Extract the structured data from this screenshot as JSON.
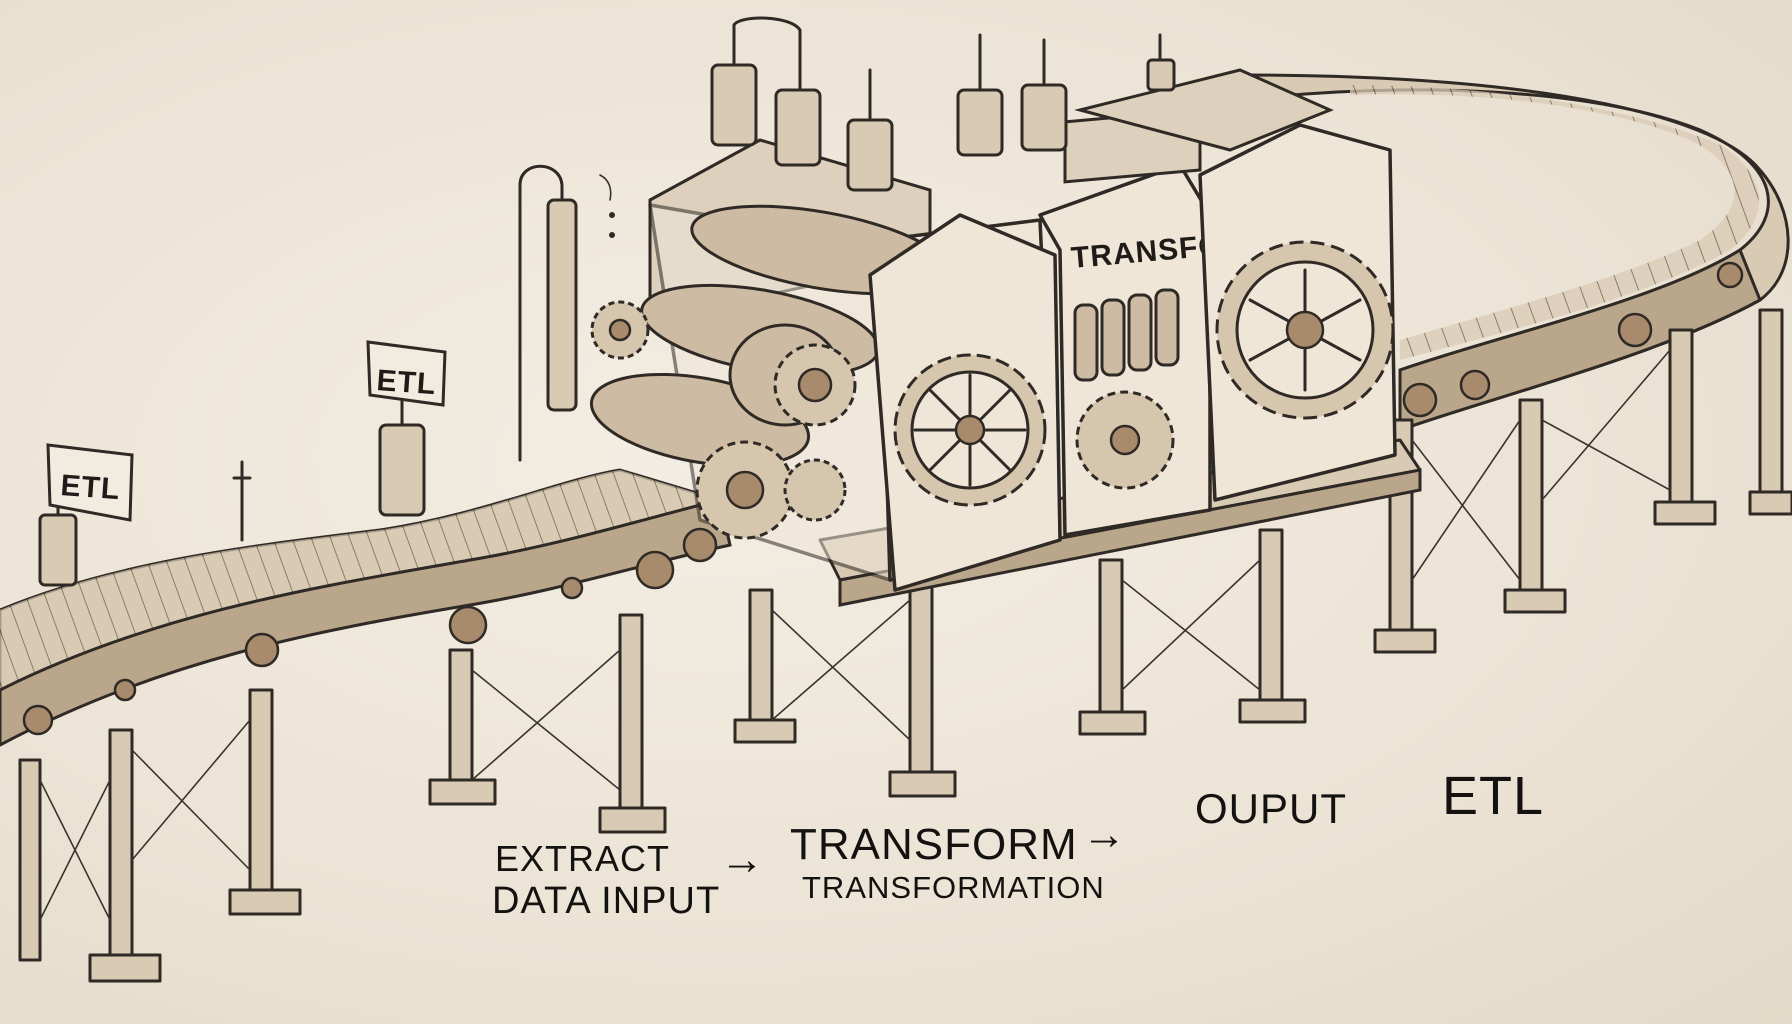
{
  "signs": {
    "left_sign": "ETL",
    "mid_sign": "ETL"
  },
  "machine": {
    "panel_label": "TRANSFORM"
  },
  "captions": {
    "extract": "EXTRACT",
    "data_input": "DATA INPUT",
    "transform": "TRANSFORM",
    "transformation": "TRANSFORMATION",
    "output": "OUPUT",
    "etl": "ETL"
  },
  "arrows": {
    "arrow1": "→",
    "arrow2": "→"
  },
  "colors": {
    "paper": "#ece4d6",
    "ink": "#2f2a25",
    "wood": "#d9cab4"
  }
}
